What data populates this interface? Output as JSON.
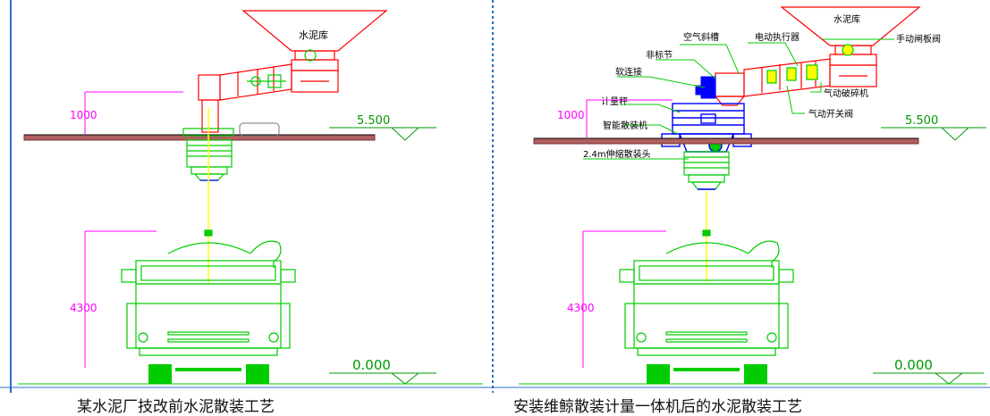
{
  "left": {
    "hopper_label": "水泥库",
    "dim_feed": "1000",
    "level_top": "5.500",
    "dim_truck": "4300",
    "level_ground": "0.000",
    "caption": "某水泥厂技改前水泥散装工艺"
  },
  "right": {
    "hopper_label": "水泥库",
    "labels": {
      "air_slide": "空气斜槽",
      "actuator": "电动执行器",
      "manual_gate": "手动闸板阀",
      "nonstandard": "非标节",
      "soft_joint": "软连接",
      "crusher": "气动破碎机",
      "scale": "计量秤",
      "switch_valve": "气动开关阀",
      "loader": "智能散装机",
      "telescopic": "2.4m伸缩散装头"
    },
    "dim_feed": "1000",
    "level_top": "5.500",
    "dim_truck": "4300",
    "level_ground": "0.000",
    "caption": "安装维鲸散装计量一体机后的水泥散装工艺"
  },
  "colors": {
    "outline": "#00cc00",
    "chute": "#ff0000",
    "dimension": "#ff00ff",
    "level": "#009900",
    "beam": "#ffff00",
    "machine": "#0000ff",
    "slab": "#b06060"
  }
}
